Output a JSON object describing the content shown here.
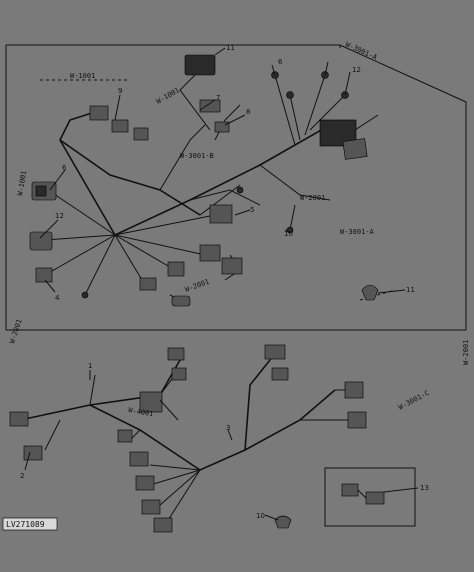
{
  "figure_id": "LV271089",
  "callouts": [
    "11",
    "9",
    "6",
    "12",
    "4",
    "7",
    "8",
    "5",
    "6",
    "10",
    "12",
    "1",
    "2",
    "3",
    "11",
    "10",
    "13"
  ],
  "wire_labels": [
    "W-3001-A",
    "W-1001",
    "W-1001",
    "W-1001",
    "W-3001-B",
    "W-2001",
    "W-3001-A",
    "W-2001",
    "W-2001",
    "W-2001",
    "W-3001-C",
    "W-4001"
  ]
}
